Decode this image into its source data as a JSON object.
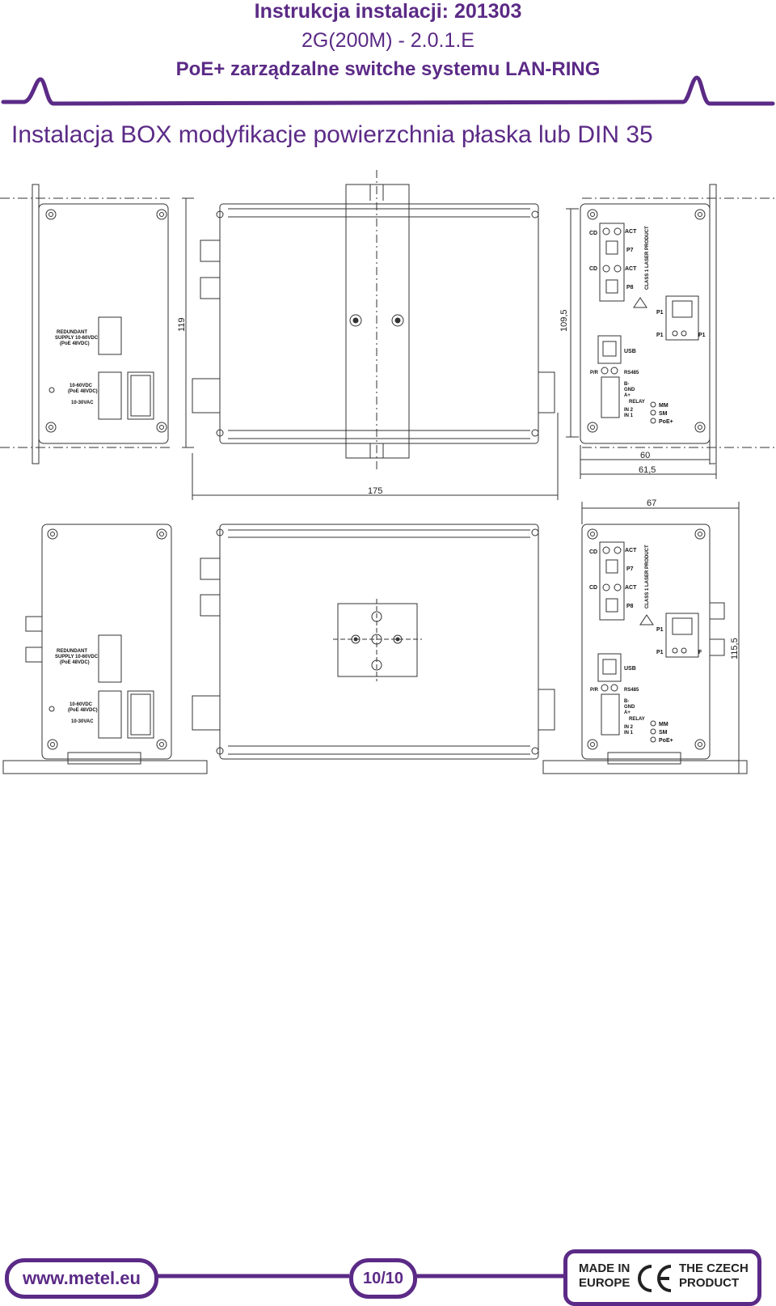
{
  "header": {
    "line1": "Instrukcja instalacji: 201303",
    "line2": "2G(200M) - 2.0.1.E",
    "line3": "PoE+ zarządzalne switche systemu LAN-RING"
  },
  "section_title": "Instalacja BOX modyfikacje powierzchnia płaska lub DIN 35",
  "drawing": {
    "dimensions": [
      "119",
      "109,5",
      "60",
      "61,5",
      "175",
      "67",
      "115,5"
    ],
    "labels": {
      "redundant": [
        "REDUNDANT",
        "SUPPLY 10-60VDC",
        "(PoE 48VDC)"
      ],
      "supply": [
        "10-60VDC",
        "(PoE 48VDC)",
        "10-30VAC"
      ],
      "act": "ACT",
      "cd": "CD",
      "p7": "P7",
      "p8": "P8",
      "laser": "CLASS 1 LASER PRODUCT",
      "p1": "P1",
      "usb": "USB",
      "pr": "P/R",
      "rs485": "RS485",
      "rs_pins": [
        "B-",
        "GND",
        "A+"
      ],
      "relay": "RELAY",
      "in2": "IN 2",
      "in1": "IN 1",
      "mm": "MM",
      "sm": "SM",
      "poe": "PoE+",
      "f": "F"
    }
  },
  "footer": {
    "url": "www.metel.eu",
    "page": "10/10",
    "badge_left": [
      "MADE IN",
      "EUROPE"
    ],
    "badge_right": [
      "THE CZECH",
      "PRODUCT"
    ],
    "ce_mark": "CE"
  },
  "colors": {
    "brand": "#5b2a86",
    "line": "#333333"
  }
}
